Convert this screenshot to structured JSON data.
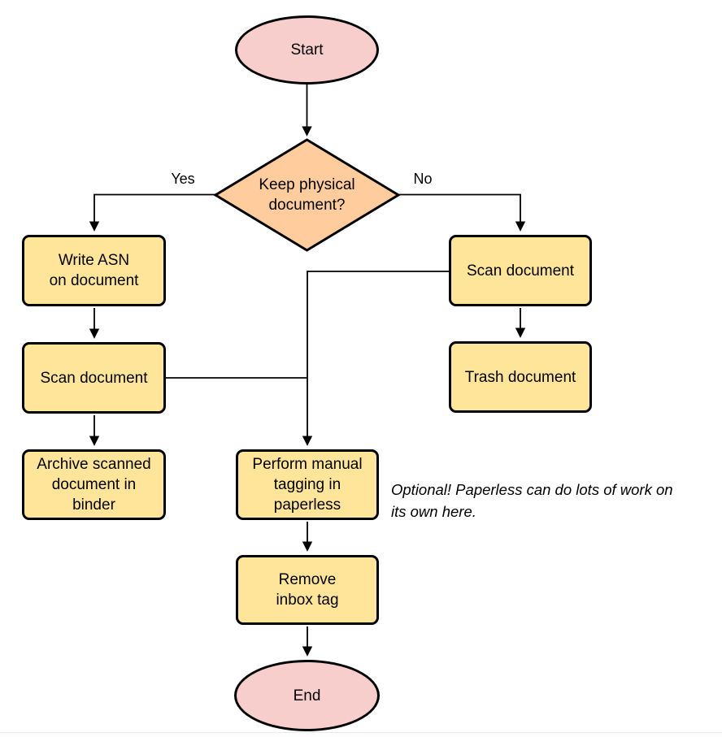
{
  "diagram": {
    "type": "flowchart",
    "nodes": {
      "start": {
        "label": "Start",
        "shape": "terminator"
      },
      "decision": {
        "label": "Keep physical\ndocument?",
        "shape": "decision"
      },
      "write_asn": {
        "label": "Write ASN\non document",
        "shape": "process"
      },
      "scan_left": {
        "label": "Scan document",
        "shape": "process"
      },
      "archive": {
        "label": "Archive scanned\ndocument in\nbinder",
        "shape": "process"
      },
      "scan_right": {
        "label": "Scan document",
        "shape": "process"
      },
      "trash": {
        "label": "Trash document",
        "shape": "process"
      },
      "perform_tagging": {
        "label": "Perform manual\ntagging in\npaperless",
        "shape": "process"
      },
      "remove_inbox": {
        "label": "Remove\ninbox tag",
        "shape": "process"
      },
      "end": {
        "label": "End",
        "shape": "terminator"
      }
    },
    "edge_labels": {
      "yes": "Yes",
      "no": "No"
    },
    "edges": [
      {
        "from": "start",
        "to": "decision"
      },
      {
        "from": "decision",
        "to": "write_asn",
        "label": "Yes"
      },
      {
        "from": "decision",
        "to": "scan_right",
        "label": "No"
      },
      {
        "from": "write_asn",
        "to": "scan_left"
      },
      {
        "from": "scan_left",
        "to": "archive"
      },
      {
        "from": "scan_right",
        "to": "trash"
      },
      {
        "from": "scan_left",
        "to": "perform_tagging"
      },
      {
        "from": "scan_right",
        "to": "perform_tagging"
      },
      {
        "from": "perform_tagging",
        "to": "remove_inbox"
      },
      {
        "from": "remove_inbox",
        "to": "end"
      }
    ],
    "note": "Optional! Paperless can do lots of work on\nits own here.",
    "colors": {
      "terminator_fill": "#F8CECC",
      "decision_fill": "#FFCD9D",
      "process_fill": "#FFE599",
      "stroke": "#000000",
      "text": "#000000"
    }
  }
}
